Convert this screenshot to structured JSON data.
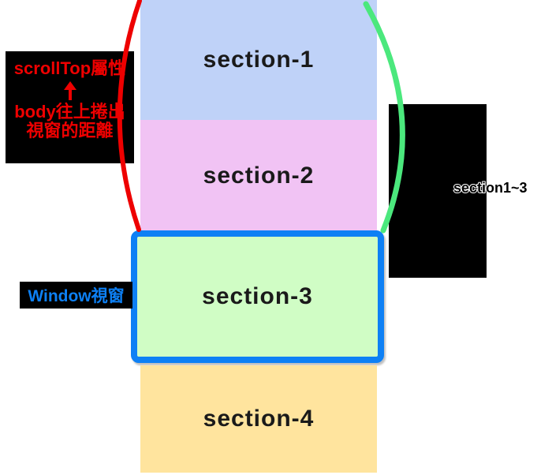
{
  "sections": [
    {
      "label": "section-1",
      "bg": "#BFD2F8"
    },
    {
      "label": "section-2",
      "bg": "#F1C3F4"
    },
    {
      "label": "section-3",
      "bg": "#D0FDC5"
    },
    {
      "label": "section-4",
      "bg": "#FFE49E"
    }
  ],
  "notes": {
    "scrolltop_title": "scrollTop屬性",
    "scrolltop_desc_line1": "body往上捲出",
    "scrolltop_desc_line2": "視窗的距離",
    "window_label": "Window視窗",
    "sections_range": "section1~3"
  },
  "colors": {
    "red": "#EE0000",
    "green_arc": "#4BE87D",
    "viewport_border": "#0D80F5",
    "window_label_blue": "#0D80F5",
    "note_box_bg": "#000000",
    "section_label_color": "#1A1A1A"
  }
}
